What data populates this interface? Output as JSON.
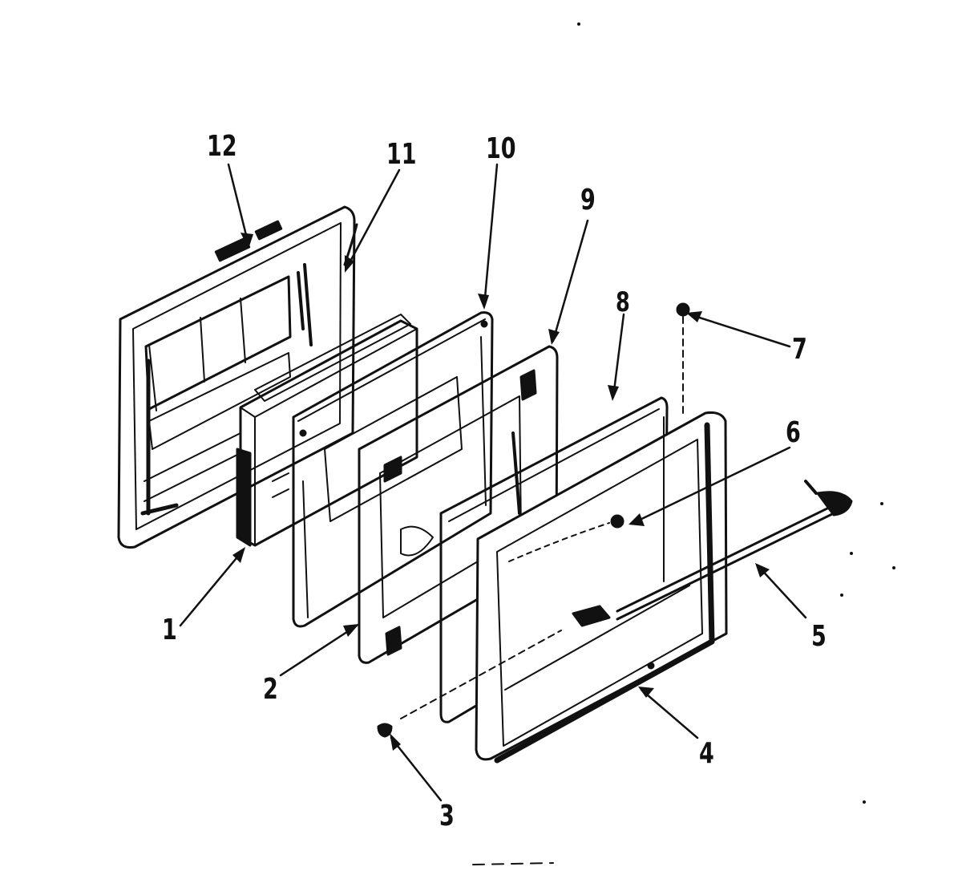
{
  "diagram": {
    "callouts": [
      {
        "id": "1",
        "text": "1"
      },
      {
        "id": "2",
        "text": "2"
      },
      {
        "id": "3",
        "text": "3"
      },
      {
        "id": "4",
        "text": "4"
      },
      {
        "id": "5",
        "text": "5"
      },
      {
        "id": "6",
        "text": "6"
      },
      {
        "id": "7",
        "text": "7"
      },
      {
        "id": "8",
        "text": "8"
      },
      {
        "id": "9",
        "text": "9"
      },
      {
        "id": "10",
        "text": "10"
      },
      {
        "id": "11",
        "text": "11"
      },
      {
        "id": "12",
        "text": "12"
      }
    ],
    "ink_color": "#111111",
    "background": "#ffffff"
  }
}
